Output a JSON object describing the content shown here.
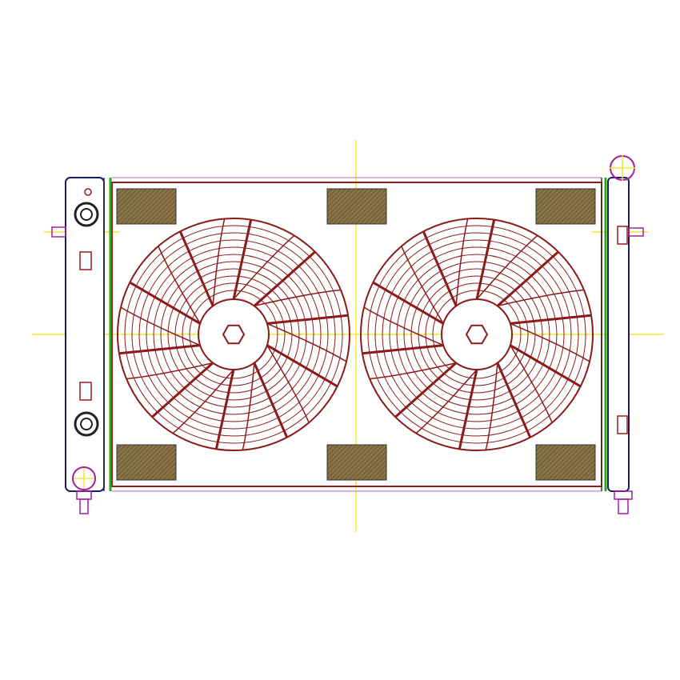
{
  "drawing": {
    "subject": "radiator-with-dual-fans",
    "fan_count": 2,
    "blade_count": 10,
    "colors": {
      "fan": "#8b1a1a",
      "frame": "#a01818",
      "pad": "#8a7448",
      "centerline": "#f0e830",
      "tank": "#1a1a6a",
      "seal": "#22aa22",
      "fitting": "#a020a0"
    }
  }
}
